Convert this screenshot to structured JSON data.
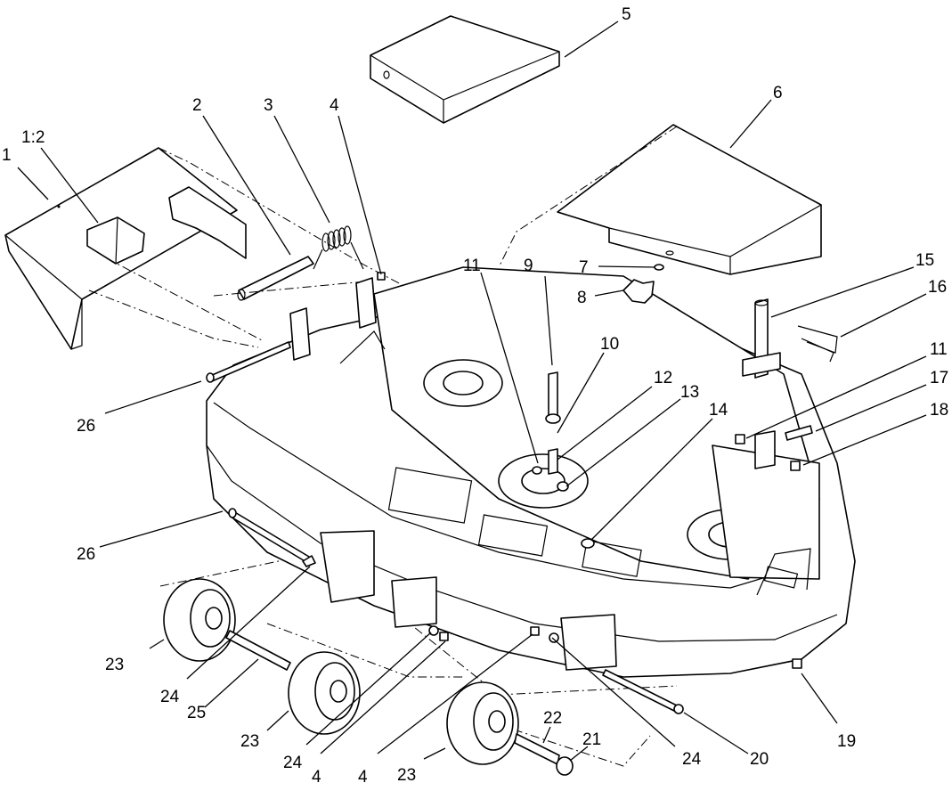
{
  "callouts": [
    {
      "id": "c1",
      "label": "1"
    },
    {
      "id": "c1-2",
      "label": "1:2"
    },
    {
      "id": "c2",
      "label": "2"
    },
    {
      "id": "c3",
      "label": "3"
    },
    {
      "id": "c4a",
      "label": "4"
    },
    {
      "id": "c5",
      "label": "5"
    },
    {
      "id": "c6",
      "label": "6"
    },
    {
      "id": "c7",
      "label": "7"
    },
    {
      "id": "c8",
      "label": "8"
    },
    {
      "id": "c9",
      "label": "9"
    },
    {
      "id": "c10",
      "label": "10"
    },
    {
      "id": "c11a",
      "label": "11"
    },
    {
      "id": "c11b",
      "label": "11"
    },
    {
      "id": "c12",
      "label": "12"
    },
    {
      "id": "c13",
      "label": "13"
    },
    {
      "id": "c14",
      "label": "14"
    },
    {
      "id": "c15",
      "label": "15"
    },
    {
      "id": "c16",
      "label": "16"
    },
    {
      "id": "c17",
      "label": "17"
    },
    {
      "id": "c18",
      "label": "18"
    },
    {
      "id": "c19",
      "label": "19"
    },
    {
      "id": "c20",
      "label": "20"
    },
    {
      "id": "c21",
      "label": "21"
    },
    {
      "id": "c22",
      "label": "22"
    },
    {
      "id": "c23a",
      "label": "23"
    },
    {
      "id": "c23b",
      "label": "23"
    },
    {
      "id": "c23c",
      "label": "23"
    },
    {
      "id": "c24a",
      "label": "24"
    },
    {
      "id": "c24b",
      "label": "24"
    },
    {
      "id": "c24c",
      "label": "24"
    },
    {
      "id": "c25",
      "label": "25"
    },
    {
      "id": "c26a",
      "label": "26"
    },
    {
      "id": "c26b",
      "label": "26"
    },
    {
      "id": "c4b",
      "label": "4"
    },
    {
      "id": "c4c",
      "label": "4"
    }
  ]
}
